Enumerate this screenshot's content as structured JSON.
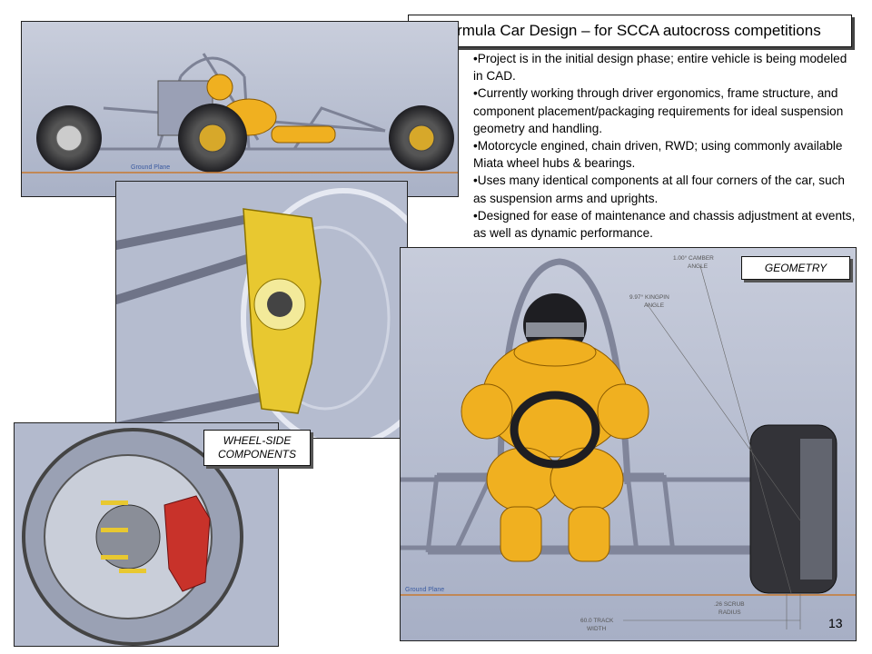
{
  "title": "Formula Car Design – for SCCA autocross competitions",
  "bullets": [
    "•Project is in the initial design phase; entire vehicle is being modeled in CAD.",
    "•Currently working through driver ergonomics, frame structure, and component placement/packaging requirements for ideal suspension geometry and handling.",
    "•Motorcycle engined, chain driven, RWD; using commonly available Miata wheel hubs & bearings.",
    "•Uses many identical components at all four corners of the car, such as suspension arms and uprights.",
    "•Designed for ease of maintenance and chassis adjustment at events, as well as dynamic performance."
  ],
  "labels": {
    "geometry": "GEOMETRY",
    "wheel_side_line1": "WHEEL-SIDE",
    "wheel_side_line2": "COMPONENTS"
  },
  "side_view": {
    "ground_plane": "Ground Plane"
  },
  "front_view": {
    "ground_plane": "Ground Plane",
    "camber_line1": "1.00° CAMBER",
    "camber_line2": "ANGLE",
    "kingpin_line1": "9.97° KINGPIN",
    "kingpin_line2": "ANGLE",
    "scrub_line1": ".26 SCRUB",
    "scrub_line2": "RADIUS",
    "track_line1": "60.0 TRACK",
    "track_line2": "WIDTH"
  },
  "page_number": "13",
  "colors": {
    "cad_background": "#b9c0d2",
    "frame_tube": "#8a8fa3",
    "driver_yellow": "#f0b020",
    "upright_yellow": "#e8c830",
    "caliper_red": "#c8322a",
    "tire_dark": "#2a2a2e",
    "ground_line": "#c87a30"
  }
}
